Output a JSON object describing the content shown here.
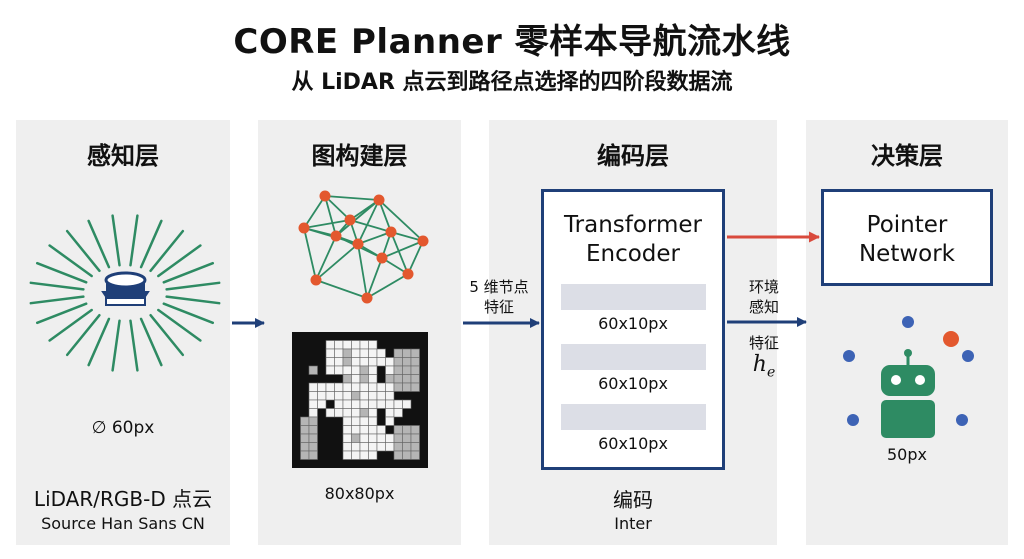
{
  "title": "CORE Planner 零样本导航流水线",
  "subtitle": "从 LiDAR 点云到路径点选择的四阶段数据流",
  "colors": {
    "panel": "#efefef",
    "navy": "#1f3f78",
    "green": "#2e8b63",
    "red_node": "#e3582e",
    "red_arrow": "#d94a3c",
    "blue_dot": "#3d63b5"
  },
  "panels": {
    "perception": {
      "title": "感知层",
      "size_label": "∅ 60px",
      "caption": "LiDAR/RGB-D 点云",
      "font_note": "Source Han Sans CN",
      "icon": "lidar-sensor-icon"
    },
    "graph": {
      "title": "图构建层",
      "grid_label": "80x80px",
      "icon": "node-graph-icon"
    },
    "encoder": {
      "title": "编码层",
      "box_line1": "Transformer",
      "box_line2": "Encoder",
      "slots": [
        "60x10px",
        "60x10px",
        "60x10px"
      ],
      "caption": "编码",
      "font_note": "Inter"
    },
    "decision": {
      "title": "决策层",
      "box_line1": "Pointer",
      "box_line2": "Network",
      "robot_label": "50px",
      "icon": "robot-icon"
    }
  },
  "arrows": {
    "graph_to_encoder_line1": "5 维节点",
    "graph_to_encoder_line2": "特征",
    "encoder_to_decision_line1": "环境",
    "encoder_to_decision_line2": "感知",
    "encoder_to_decision_line3": "特征",
    "encoder_symbol": "h",
    "encoder_symbol_sub": "e"
  }
}
